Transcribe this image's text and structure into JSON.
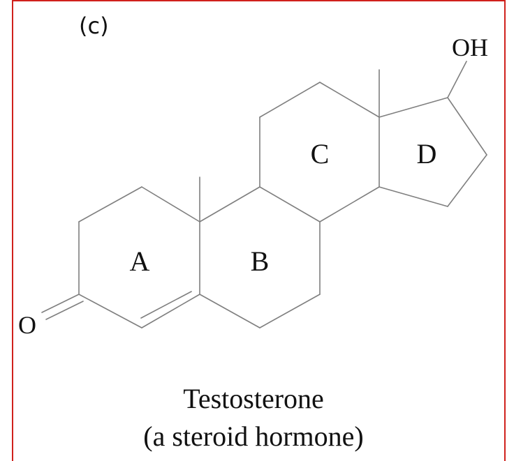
{
  "panel_label": "(c)",
  "atoms": {
    "oxygen_keto": "O",
    "hydroxyl": "OH"
  },
  "rings": {
    "a": "A",
    "b": "B",
    "c": "C",
    "d": "D"
  },
  "caption": {
    "title": "Testosterone",
    "subtitle": "(a steroid hormone)"
  },
  "colors": {
    "frame_border": "#d0211c",
    "bond": "#7f7f7f",
    "text": "#111111"
  }
}
